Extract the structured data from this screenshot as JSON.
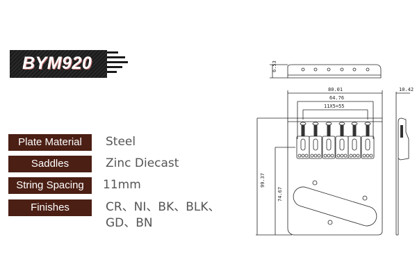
{
  "logo": {
    "model": "BYM920"
  },
  "specs": [
    {
      "label": "Plate Material",
      "value": "Steel"
    },
    {
      "label": "Saddles",
      "value": "Zinc Diecast"
    },
    {
      "label": "String Spacing",
      "value": "11mm"
    },
    {
      "label": "Finishes",
      "value": "CR、NI、BK、BLK、",
      "value2": "GD、BN"
    }
  ],
  "drawing": {
    "dims": {
      "top_thickness": "6.53",
      "overall_width": "80.01",
      "saddle_span": "64.76",
      "string_spacing": "11X5=55",
      "side_height": "10.42",
      "overall_length": "99.37",
      "saddle_to_end": "74.67"
    }
  }
}
